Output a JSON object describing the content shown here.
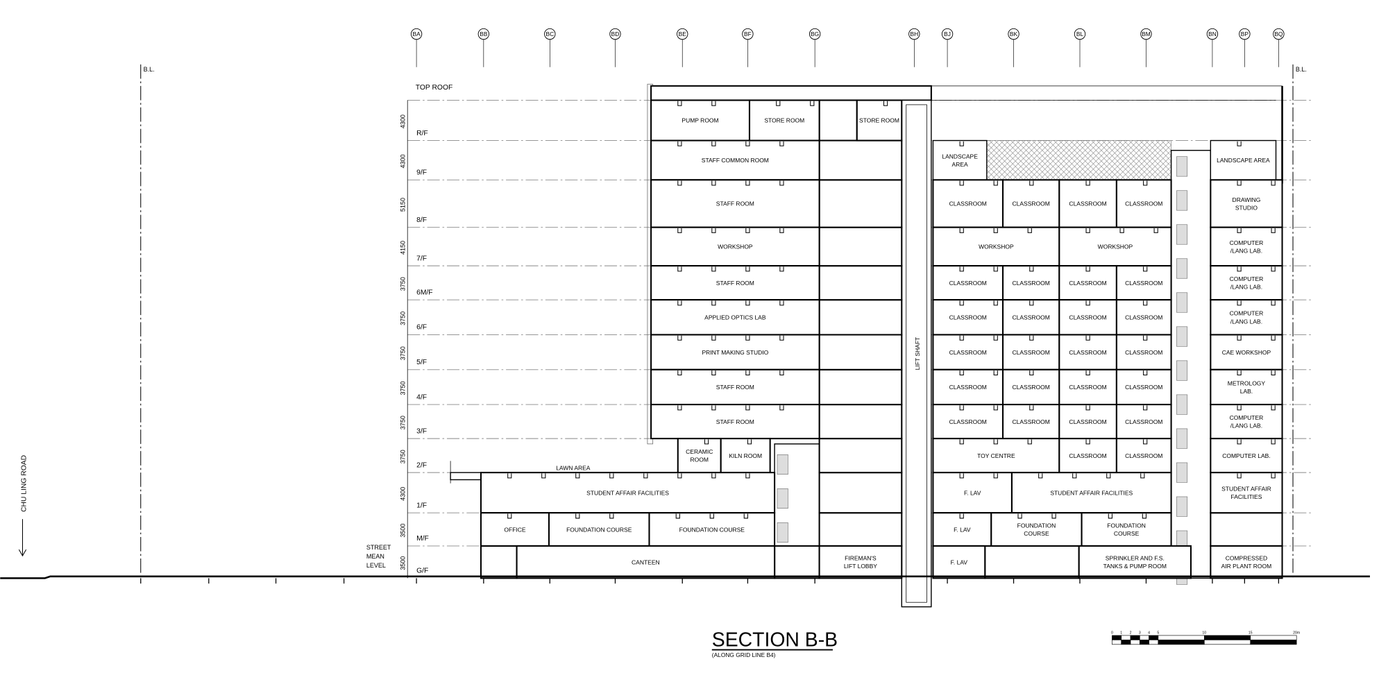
{
  "title": "SECTION B-B",
  "subtitle": "(ALONG GRID LINE B4)",
  "boundary_label": "B.L.",
  "road_label": "CHU LING ROAD",
  "street_level": [
    "STREET",
    "MEAN",
    "LEVEL"
  ],
  "top_roof": "TOP ROOF",
  "lawn_area": "LAWN AREA",
  "lift_shaft": "LIFT SHAFT",
  "grid_lines": [
    "BA",
    "BB",
    "BC",
    "BD",
    "BE",
    "BF",
    "BG",
    "BH",
    "BJ",
    "BK",
    "BL",
    "BM",
    "BN",
    "BP",
    "BQ"
  ],
  "levels": [
    {
      "name": "G/F",
      "dim": "3500"
    },
    {
      "name": "M/F",
      "dim": "3500"
    },
    {
      "name": "1/F",
      "dim": "4300"
    },
    {
      "name": "2/F",
      "dim": "3750"
    },
    {
      "name": "3/F",
      "dim": "3750"
    },
    {
      "name": "4/F",
      "dim": "3750"
    },
    {
      "name": "5/F",
      "dim": "3750"
    },
    {
      "name": "6/F",
      "dim": "3750"
    },
    {
      "name": "6M/F",
      "dim": "3750"
    },
    {
      "name": "7/F",
      "dim": "4150"
    },
    {
      "name": "8/F",
      "dim": "5150"
    },
    {
      "name": "9/F",
      "dim": "4300"
    },
    {
      "name": "R/F",
      "dim": "4300"
    }
  ],
  "rooms": [
    {
      "lines": [
        "PUMP ROOM"
      ]
    },
    {
      "lines": [
        "STORE ROOM"
      ]
    },
    {
      "lines": [
        "STORE ROOM"
      ]
    },
    {
      "lines": [
        "STAFF COMMON ROOM"
      ]
    },
    {
      "lines": [
        "STAFF ROOM"
      ]
    },
    {
      "lines": [
        "WORKSHOP"
      ]
    },
    {
      "lines": [
        "STAFF ROOM"
      ]
    },
    {
      "lines": [
        "APPLIED OPTICS LAB"
      ]
    },
    {
      "lines": [
        "PRINT MAKING STUDIO"
      ]
    },
    {
      "lines": [
        "STAFF ROOM"
      ]
    },
    {
      "lines": [
        "STAFF ROOM"
      ]
    },
    {
      "lines": [
        "CERAMIC",
        "ROOM"
      ]
    },
    {
      "lines": [
        "KILN ROOM"
      ]
    },
    {
      "lines": [
        "STUDENT AFFAIR FACILITIES"
      ]
    },
    {
      "lines": [
        "OFFICE"
      ]
    },
    {
      "lines": [
        "FOUNDATION COURSE"
      ]
    },
    {
      "lines": [
        "FOUNDATION COURSE"
      ]
    },
    {
      "lines": [
        "CANTEEN"
      ]
    },
    {
      "lines": [
        "FIREMAN'S",
        "LIFT LOBBY"
      ]
    },
    {
      "lines": [
        "LANDSCAPE",
        "AREA"
      ]
    },
    {
      "lines": [
        "CLASSROOM"
      ]
    },
    {
      "lines": [
        "CLASSROOM"
      ]
    },
    {
      "lines": [
        "CLASSROOM"
      ]
    },
    {
      "lines": [
        "CLASSROOM"
      ]
    },
    {
      "lines": [
        "WORKSHOP"
      ]
    },
    {
      "lines": [
        "WORKSHOP"
      ]
    },
    {
      "lines": [
        "CLASSROOM"
      ]
    },
    {
      "lines": [
        "CLASSROOM"
      ]
    },
    {
      "lines": [
        "CLASSROOM"
      ]
    },
    {
      "lines": [
        "CLASSROOM"
      ]
    },
    {
      "lines": [
        "CLASSROOM"
      ]
    },
    {
      "lines": [
        "CLASSROOM"
      ]
    },
    {
      "lines": [
        "CLASSROOM"
      ]
    },
    {
      "lines": [
        "CLASSROOM"
      ]
    },
    {
      "lines": [
        "CLASSROOM"
      ]
    },
    {
      "lines": [
        "CLASSROOM"
      ]
    },
    {
      "lines": [
        "CLASSROOM"
      ]
    },
    {
      "lines": [
        "CLASSROOM"
      ]
    },
    {
      "lines": [
        "CLASSROOM"
      ]
    },
    {
      "lines": [
        "CLASSROOM"
      ]
    },
    {
      "lines": [
        "CLASSROOM"
      ]
    },
    {
      "lines": [
        "CLASSROOM"
      ]
    },
    {
      "lines": [
        "CLASSROOM"
      ]
    },
    {
      "lines": [
        "CLASSROOM"
      ]
    },
    {
      "lines": [
        "CLASSROOM"
      ]
    },
    {
      "lines": [
        "CLASSROOM"
      ]
    },
    {
      "lines": [
        "TOY CENTRE"
      ]
    },
    {
      "lines": [
        "CLASSROOM"
      ]
    },
    {
      "lines": [
        "CLASSROOM"
      ]
    },
    {
      "lines": [
        "F. LAV"
      ]
    },
    {
      "lines": [
        "STUDENT AFFAIR FACILITIES"
      ]
    },
    {
      "lines": [
        "F. LAV"
      ]
    },
    {
      "lines": [
        "FOUNDATION",
        "COURSE"
      ]
    },
    {
      "lines": [
        "FOUNDATION",
        "COURSE"
      ]
    },
    {
      "lines": [
        "F. LAV"
      ]
    },
    {
      "lines": [
        "SPRINKLER AND F.S.",
        "TANKS & PUMP ROOM"
      ]
    },
    {
      "lines": [
        "LANDSCAPE AREA"
      ]
    },
    {
      "lines": [
        "DRAWING",
        "STUDIO"
      ]
    },
    {
      "lines": [
        "COMPUTER",
        "/LANG LAB."
      ]
    },
    {
      "lines": [
        "COMPUTER",
        "/LANG LAB."
      ]
    },
    {
      "lines": [
        "COMPUTER",
        "/LANG LAB."
      ]
    },
    {
      "lines": [
        "CAE WORKSHOP"
      ]
    },
    {
      "lines": [
        "METROLOGY",
        "LAB."
      ]
    },
    {
      "lines": [
        "COMPUTER",
        "/LANG LAB."
      ]
    },
    {
      "lines": [
        "COMPUTER LAB."
      ]
    },
    {
      "lines": [
        "STUDENT AFFAIR",
        "FACILITIES"
      ]
    },
    {
      "lines": [
        "COMPRESSED",
        "AIR PLANT ROOM"
      ]
    }
  ],
  "scale_bar": {
    "ticks": [
      "0",
      "1",
      "2",
      "3",
      "4",
      "5",
      "10",
      "15",
      "20m"
    ]
  }
}
